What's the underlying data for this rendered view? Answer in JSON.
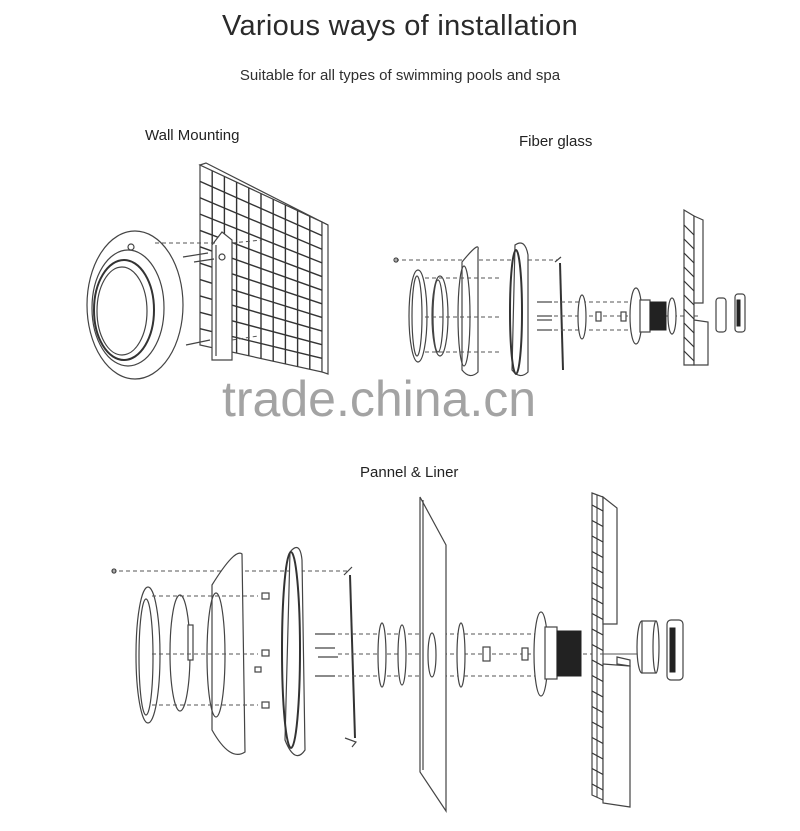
{
  "header": {
    "title": "Various ways of installation",
    "subtitle": "Suitable for all types of swimming pools and spa"
  },
  "diagrams": [
    {
      "label": "Wall Mounting",
      "icon": "wall-mount-diagram"
    },
    {
      "label": "Fiber glass",
      "icon": "fiberglass-exploded-diagram"
    },
    {
      "label": "Pannel & Liner",
      "icon": "panel-liner-exploded-diagram"
    }
  ],
  "watermark": "trade.china.cn",
  "colors": {
    "background": "#ffffff",
    "text": "#2a2a2a",
    "watermark": "#9a9a9a",
    "line": "#444444"
  }
}
